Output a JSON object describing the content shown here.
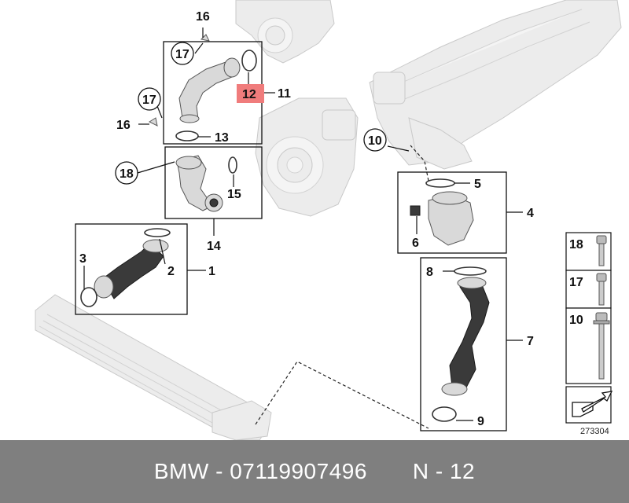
{
  "callouts": {
    "c1": "1",
    "c2": "2",
    "c3": "3",
    "c4": "4",
    "c5": "5",
    "c6": "6",
    "c7": "7",
    "c8": "8",
    "c9": "9",
    "c10": "10",
    "c11": "11",
    "c12": "12",
    "c13": "13",
    "c14": "14",
    "c15": "15",
    "c16": "16",
    "c17": "17",
    "c18": "18"
  },
  "legend": {
    "items": [
      {
        "label": "18",
        "icon": "short-bolt-icon"
      },
      {
        "label": "17",
        "icon": "medium-bolt-icon"
      },
      {
        "label": "10",
        "icon": "long-flange-bolt-icon"
      }
    ],
    "drawing_number": "273304"
  },
  "highlight_color": "#f07c7c",
  "footer": {
    "brand": "BMW",
    "part_number": "07119907496",
    "position": "N - 12",
    "separator": " - ",
    "gap": "       "
  }
}
